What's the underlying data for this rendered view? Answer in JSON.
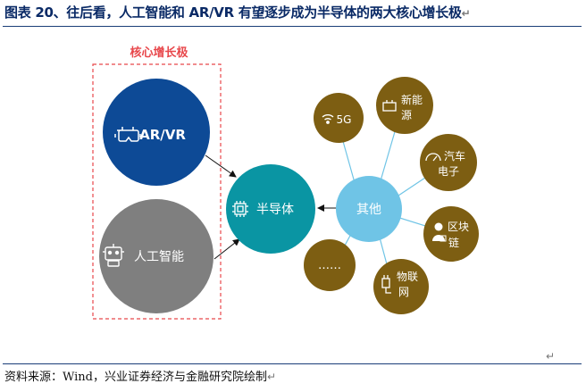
{
  "title": "图表 20、往后看，人工智能和 AR/VR 有望逐步成为半导体的两大核心增长极",
  "core_label": "核心增长极",
  "nodes": {
    "arvr": "AR/VR",
    "ai": "人工智能",
    "semi": "半导体",
    "other": "其他",
    "g5": "5G",
    "new_energy": [
      "新能",
      "源"
    ],
    "ev": [
      "汽车",
      "电子"
    ],
    "blockchain": [
      "区块",
      "链"
    ],
    "iot": [
      "物联",
      "网"
    ],
    "more": "……"
  },
  "source": "资料来源：Wind，兴业证券经济与金融研究院绘制",
  "return_mark": "↵",
  "colors": {
    "arvr": "#0d4a96",
    "ai": "#7f7f7f",
    "semi": "#0a95a3",
    "other": "#6fc4e6",
    "satellite": "#7d5e12",
    "dashed": "#e8474b",
    "title": "#0a2a66"
  }
}
